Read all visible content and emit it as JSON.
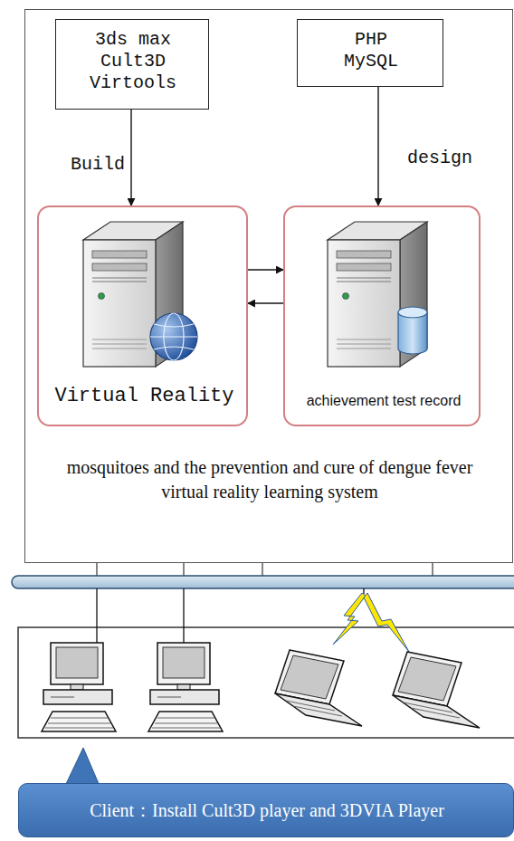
{
  "diagram": {
    "nodes": [
      {
        "text": [
          "mosquitoes and the prevention and cure of dengue fever virtual reality learning system"
        ]
      },
      {
        "text": [
          "3ds max Cult3D Virtools"
        ],
        "in": 0
      },
      {
        "text": [
          "PHP MySQL"
        ],
        "in": 0
      },
      {
        "text": [
          "Virtual Reality"
        ],
        "in": 0
      },
      {
        "text": [
          "achievement test record"
        ],
        "in": 0
      },
      {
        "text": [
          "Client：Install Cult3D player and 3DVIA Player"
        ]
      }
    ],
    "edges": [
      {
        "from": 1,
        "to": 3,
        "label": "Build",
        "arrow": "to"
      },
      {
        "from": 2,
        "to": 4,
        "label": "design",
        "arrow": "to"
      },
      {
        "from": 3,
        "to": 4,
        "arrow": "to"
      },
      {
        "from": 4,
        "to": 3,
        "arrow": "to"
      }
    ]
  }
}
